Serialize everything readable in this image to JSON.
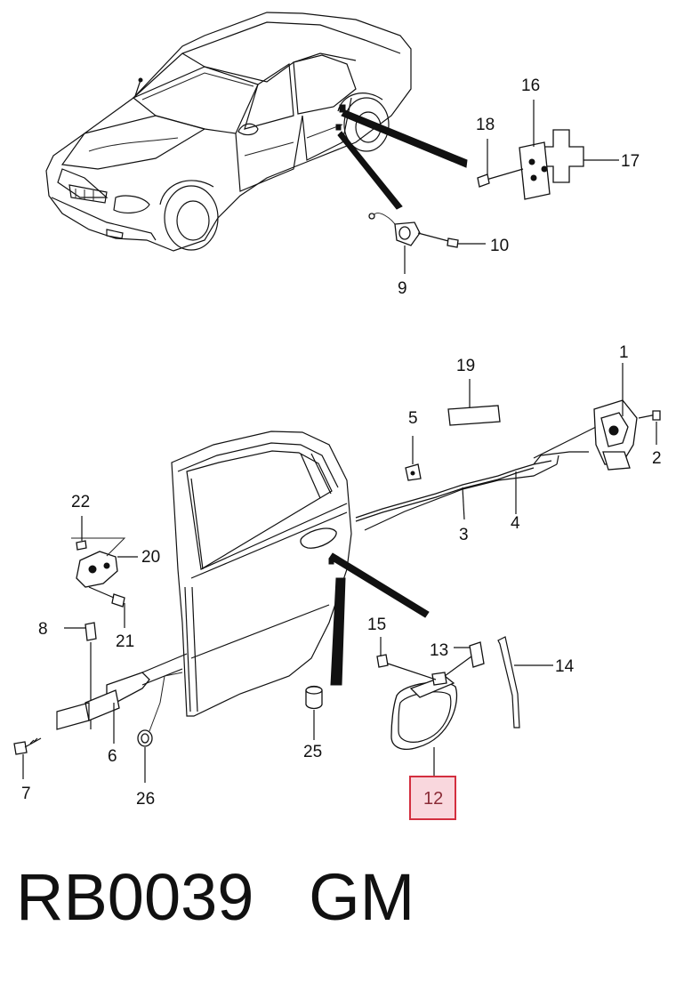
{
  "callouts": {
    "c1": "1",
    "c2": "2",
    "c3": "3",
    "c4": "4",
    "c5": "5",
    "c6": "6",
    "c7": "7",
    "c8": "8",
    "c9": "9",
    "c10": "10",
    "c12": "12",
    "c13": "13",
    "c14": "14",
    "c15": "15",
    "c16": "16",
    "c17": "17",
    "c18": "18",
    "c19": "19",
    "c20": "20",
    "c21": "21",
    "c22": "22",
    "c25": "25",
    "c26": "26"
  },
  "highlighted_part": "12",
  "highlight_color": "#d32f3f",
  "footer": {
    "part_code": "RB0039",
    "brand": "GM",
    "text": "RB0039   GM"
  }
}
